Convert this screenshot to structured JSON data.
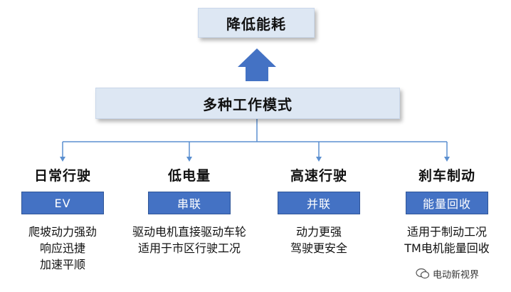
{
  "top": {
    "label": "降低能耗"
  },
  "middle": {
    "label": "多种工作模式"
  },
  "modes": [
    {
      "title": "日常行驶",
      "tag": "EV",
      "desc": [
        "爬坡动力强劲",
        "响应迅捷",
        "加速平顺"
      ]
    },
    {
      "title": "低电量",
      "tag": "串联",
      "desc": [
        "驱动电机直接驱动车轮",
        "适用于市区行驶工况"
      ]
    },
    {
      "title": "高速行驶",
      "tag": "并联",
      "desc": [
        "动力更强",
        "驾驶更安全"
      ]
    },
    {
      "title": "刹车制动",
      "tag": "能量回收",
      "desc": [
        "适用于制动工况",
        "TM电机能量回收"
      ]
    }
  ],
  "watermark": {
    "text": "电动新视界"
  },
  "colors": {
    "box_fill": "#dde7f3",
    "tag_fill": "#4472c4",
    "arrow": "#4472c4",
    "connector": "#5b8fd0"
  }
}
